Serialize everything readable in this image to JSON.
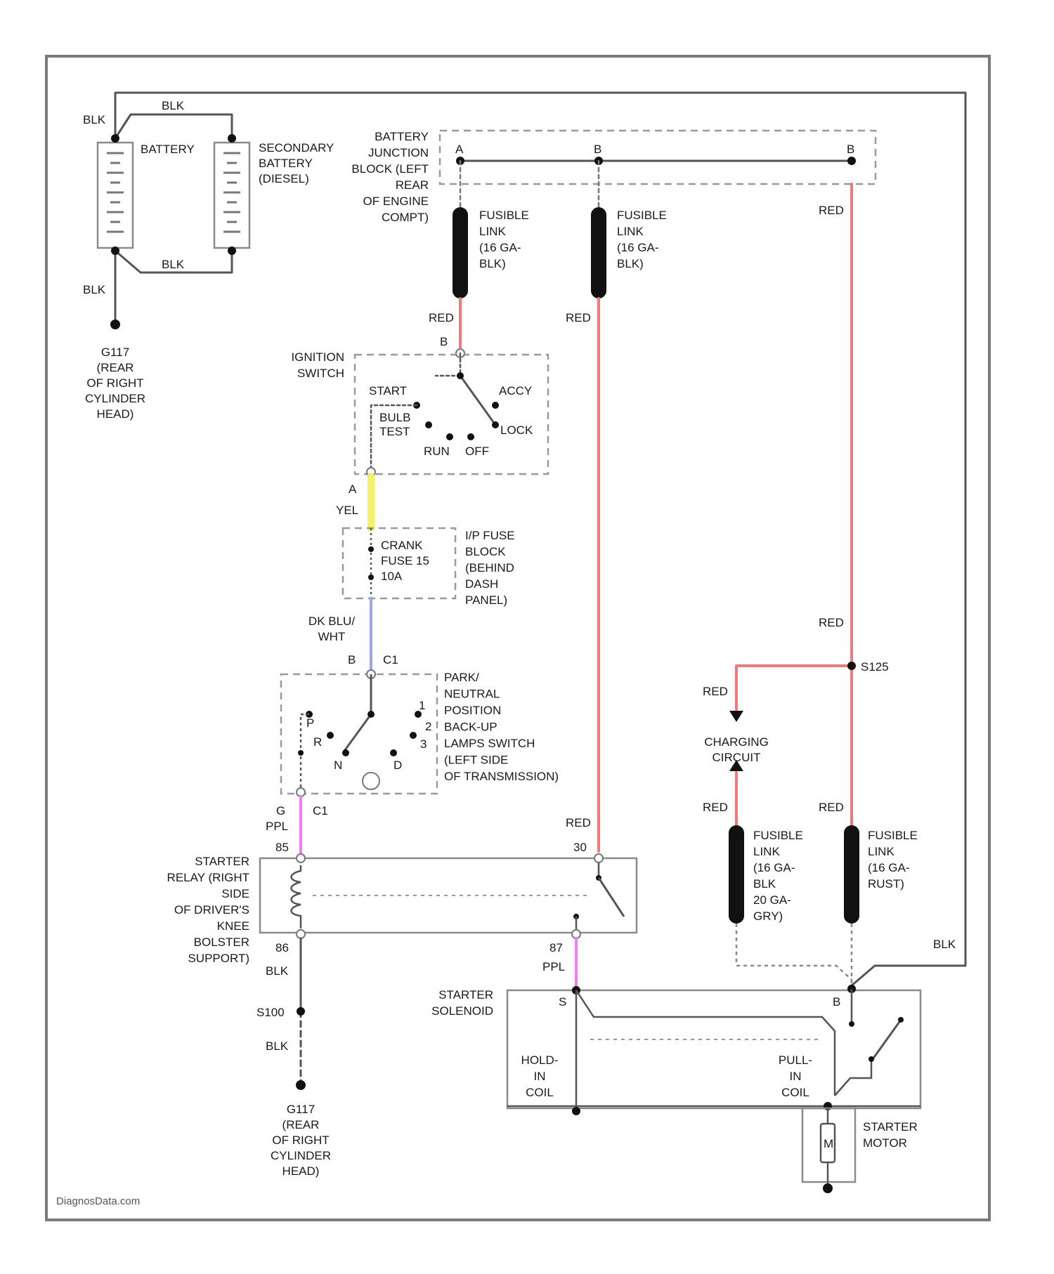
{
  "colors": {
    "red": "#f07a7a",
    "black": "#444444",
    "yellow": "#f5f26a",
    "blue": "#9aa6e8",
    "pink": "#ee7ef0",
    "gray": "#8a8a8a"
  },
  "labels": {
    "battery_top_wire": "BLK",
    "battery_left_wire": "BLK",
    "battery_bottom_wire": "BLK",
    "battery_ground_wire": "BLK",
    "battery": "BATTERY",
    "secondary_battery": [
      "SECONDARY",
      "BATTERY",
      "(DIESEL)"
    ],
    "ground_g117_top": [
      "G117",
      "(REAR",
      "OF RIGHT",
      "CYLINDER",
      "HEAD)"
    ],
    "junction_block": [
      "BATTERY",
      "JUNCTION",
      "BLOCK (LEFT",
      "REAR",
      "OF ENGINE",
      "COMPT)"
    ],
    "jb_pin_a": "A",
    "jb_pin_b": "B",
    "jb_pin_c": "B",
    "fusible_link_1": [
      "FUSIBLE",
      "LINK",
      "(16 GA-",
      "BLK)"
    ],
    "fusible_link_2": [
      "FUSIBLE",
      "LINK",
      "(16 GA-",
      "BLK)"
    ],
    "red_1": "RED",
    "red_2": "RED",
    "red_3": "RED",
    "red_4": "RED",
    "red_5": "RED",
    "red_6": "RED",
    "red_7": "RED",
    "red_8": "RED",
    "ignition_switch": [
      "IGNITION",
      "SWITCH"
    ],
    "ign_pin_b": "B",
    "ign_pin_a": "A",
    "start": "START",
    "accy": "ACCY",
    "bulb_test": [
      "BULB",
      "TEST"
    ],
    "lock": "LOCK",
    "run": "RUN",
    "off": "OFF",
    "yel": "YEL",
    "ip_fuse_block": [
      "I/P FUSE",
      "BLOCK",
      "(BEHIND",
      "DASH",
      "PANEL)"
    ],
    "crank_fuse": [
      "CRANK",
      "FUSE 15",
      "10A"
    ],
    "dk_blu_wht": [
      "DK BLU/",
      "WHT"
    ],
    "pnp_pin_b": "B",
    "pnp_c1_top": "C1",
    "pnp_switch": [
      "PARK/",
      "NEUTRAL",
      "POSITION",
      "BACK-UP",
      "LAMPS SWITCH",
      "(LEFT SIDE",
      "OF TRANSMISSION)"
    ],
    "pnp_p": "P",
    "pnp_r": "R",
    "pnp_n": "N",
    "pnp_d": "D",
    "pnp_3": "3",
    "pnp_2": "2",
    "pnp_1": "1",
    "pnp_pin_g": "G",
    "pnp_c1_bot": "C1",
    "ppl_1": "PPL",
    "ppl_2": "PPL",
    "relay_85": "85",
    "relay_86": "86",
    "relay_30": "30",
    "relay_87": "87",
    "starter_relay": [
      "STARTER",
      "RELAY (RIGHT",
      "SIDE",
      "OF DRIVER'S",
      "KNEE",
      "BOLSTER",
      "SUPPORT)"
    ],
    "blk_relay": "BLK",
    "s100": "S100",
    "blk_s100": "BLK",
    "ground_g117_bot": [
      "G117",
      "(REAR",
      "OF RIGHT",
      "CYLINDER",
      "HEAD)"
    ],
    "s125": "S125",
    "charging_circuit": [
      "CHARGING",
      "CIRCUIT"
    ],
    "fusible_link_3": [
      "FUSIBLE",
      "LINK",
      "(16 GA-",
      "BLK",
      "20 GA-",
      "GRY)"
    ],
    "fusible_link_4": [
      "FUSIBLE",
      "LINK",
      "(16 GA-",
      "RUST)"
    ],
    "blk_starter": "BLK",
    "starter_solenoid": [
      "STARTER",
      "SOLENOID"
    ],
    "sol_pin_s": "S",
    "sol_pin_b": "B",
    "hold_in_coil": [
      "HOLD-",
      "IN",
      "COIL"
    ],
    "pull_in_coil": [
      "PULL-",
      "IN",
      "COIL"
    ],
    "starter_motor": [
      "STARTER",
      "MOTOR"
    ],
    "motor_m": "M",
    "watermark": "DiagnosData.com"
  }
}
